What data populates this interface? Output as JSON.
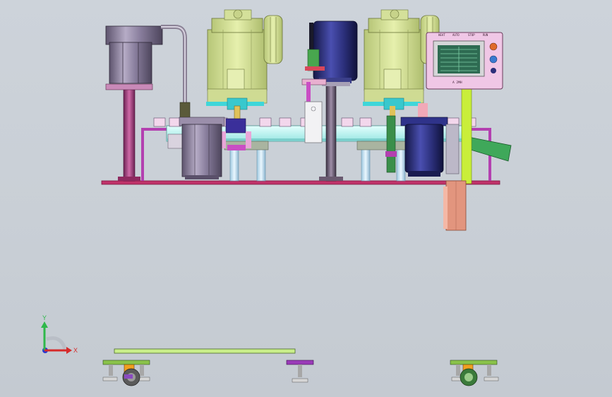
{
  "app": {
    "view": "cad-model-viewport"
  },
  "colors": {
    "background": "#cbd1d8",
    "frame_magenta": "#c0336a",
    "press_yellow": "#d8e59a",
    "motor_navy": "#2b2f7a",
    "cylinder_purple": "#8a7f9e",
    "conveyor_cyan": "#b9f4f1",
    "rail_green": "#bfe36a",
    "panel_pink": "#f0c7e6",
    "screen_green": "#2e6b52",
    "base_salmon": "#e2957e"
  },
  "control_panel": {
    "buttons": [
      "HEAT",
      "AUTO",
      "STOP",
      "RUN"
    ],
    "brand": "A 2MH"
  },
  "triad": {
    "x_label": "X",
    "y_label": "Y"
  }
}
